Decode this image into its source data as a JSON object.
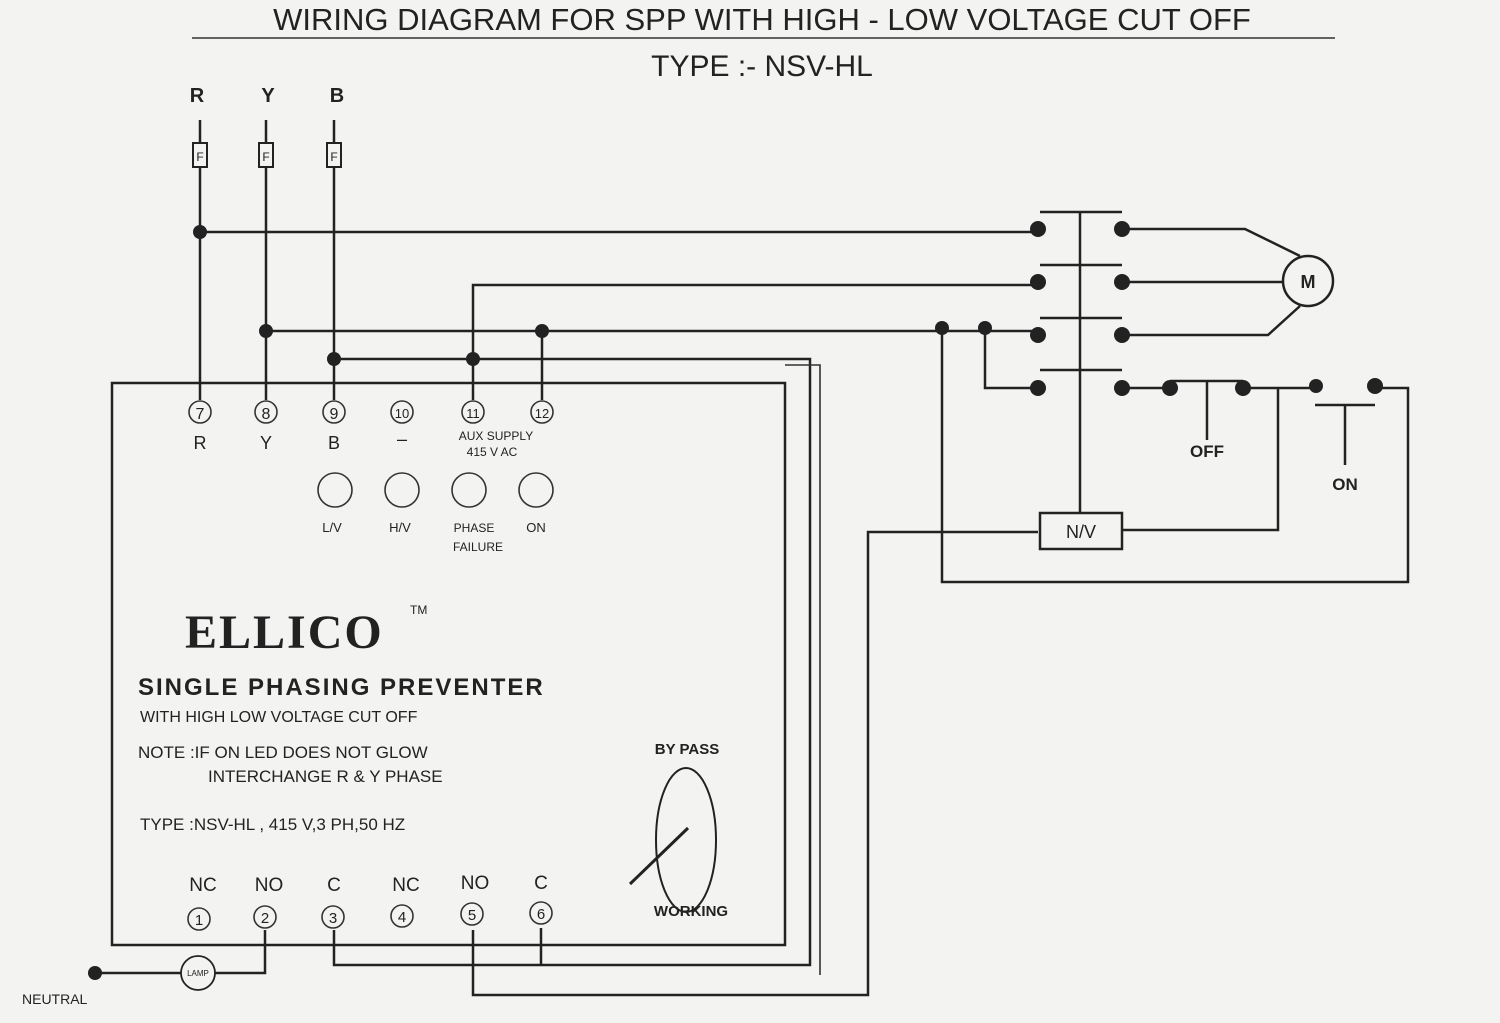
{
  "title": "WIRING DIAGRAM FOR SPP WITH HIGH - LOW VOLTAGE CUT OFF",
  "subtitle": "TYPE :- NSV-HL",
  "phases": [
    "R",
    "Y",
    "B"
  ],
  "fuse_label": "F",
  "top_terminals": [
    {
      "num": "7",
      "label": "R"
    },
    {
      "num": "8",
      "label": "Y"
    },
    {
      "num": "9",
      "label": "B"
    },
    {
      "num": "10",
      "label": "–"
    },
    {
      "num": "11",
      "label": ""
    },
    {
      "num": "12",
      "label": ""
    }
  ],
  "aux_supply": [
    "AUX SUPPLY",
    "415 V AC"
  ],
  "leds": [
    {
      "label": "L/V"
    },
    {
      "label": "H/V"
    },
    {
      "label": "PHASE",
      "label2": "FAILURE"
    },
    {
      "label": "ON"
    }
  ],
  "brand": "ELLICO",
  "trademark": "TM",
  "product": "SINGLE PHASING PREVENTER",
  "product_sub": "WITH HIGH LOW VOLTAGE CUT OFF",
  "note_1": "NOTE :IF ON LED DOES NOT GLOW",
  "note_2": "INTERCHANGE R & Y PHASE",
  "type_line": "TYPE :NSV-HL , 415 V,3 PH,50 HZ",
  "bypass": "BY PASS",
  "working": "WORKING",
  "bottom_terminals": [
    {
      "num": "1",
      "label": "NC"
    },
    {
      "num": "2",
      "label": "NO"
    },
    {
      "num": "3",
      "label": "C"
    },
    {
      "num": "4",
      "label": "NC"
    },
    {
      "num": "5",
      "label": "NO"
    },
    {
      "num": "6",
      "label": "C"
    }
  ],
  "lamp": "LAMP",
  "neutral": "NEUTRAL",
  "motor": "M",
  "nv": "N/V",
  "off": "OFF",
  "on": "ON"
}
